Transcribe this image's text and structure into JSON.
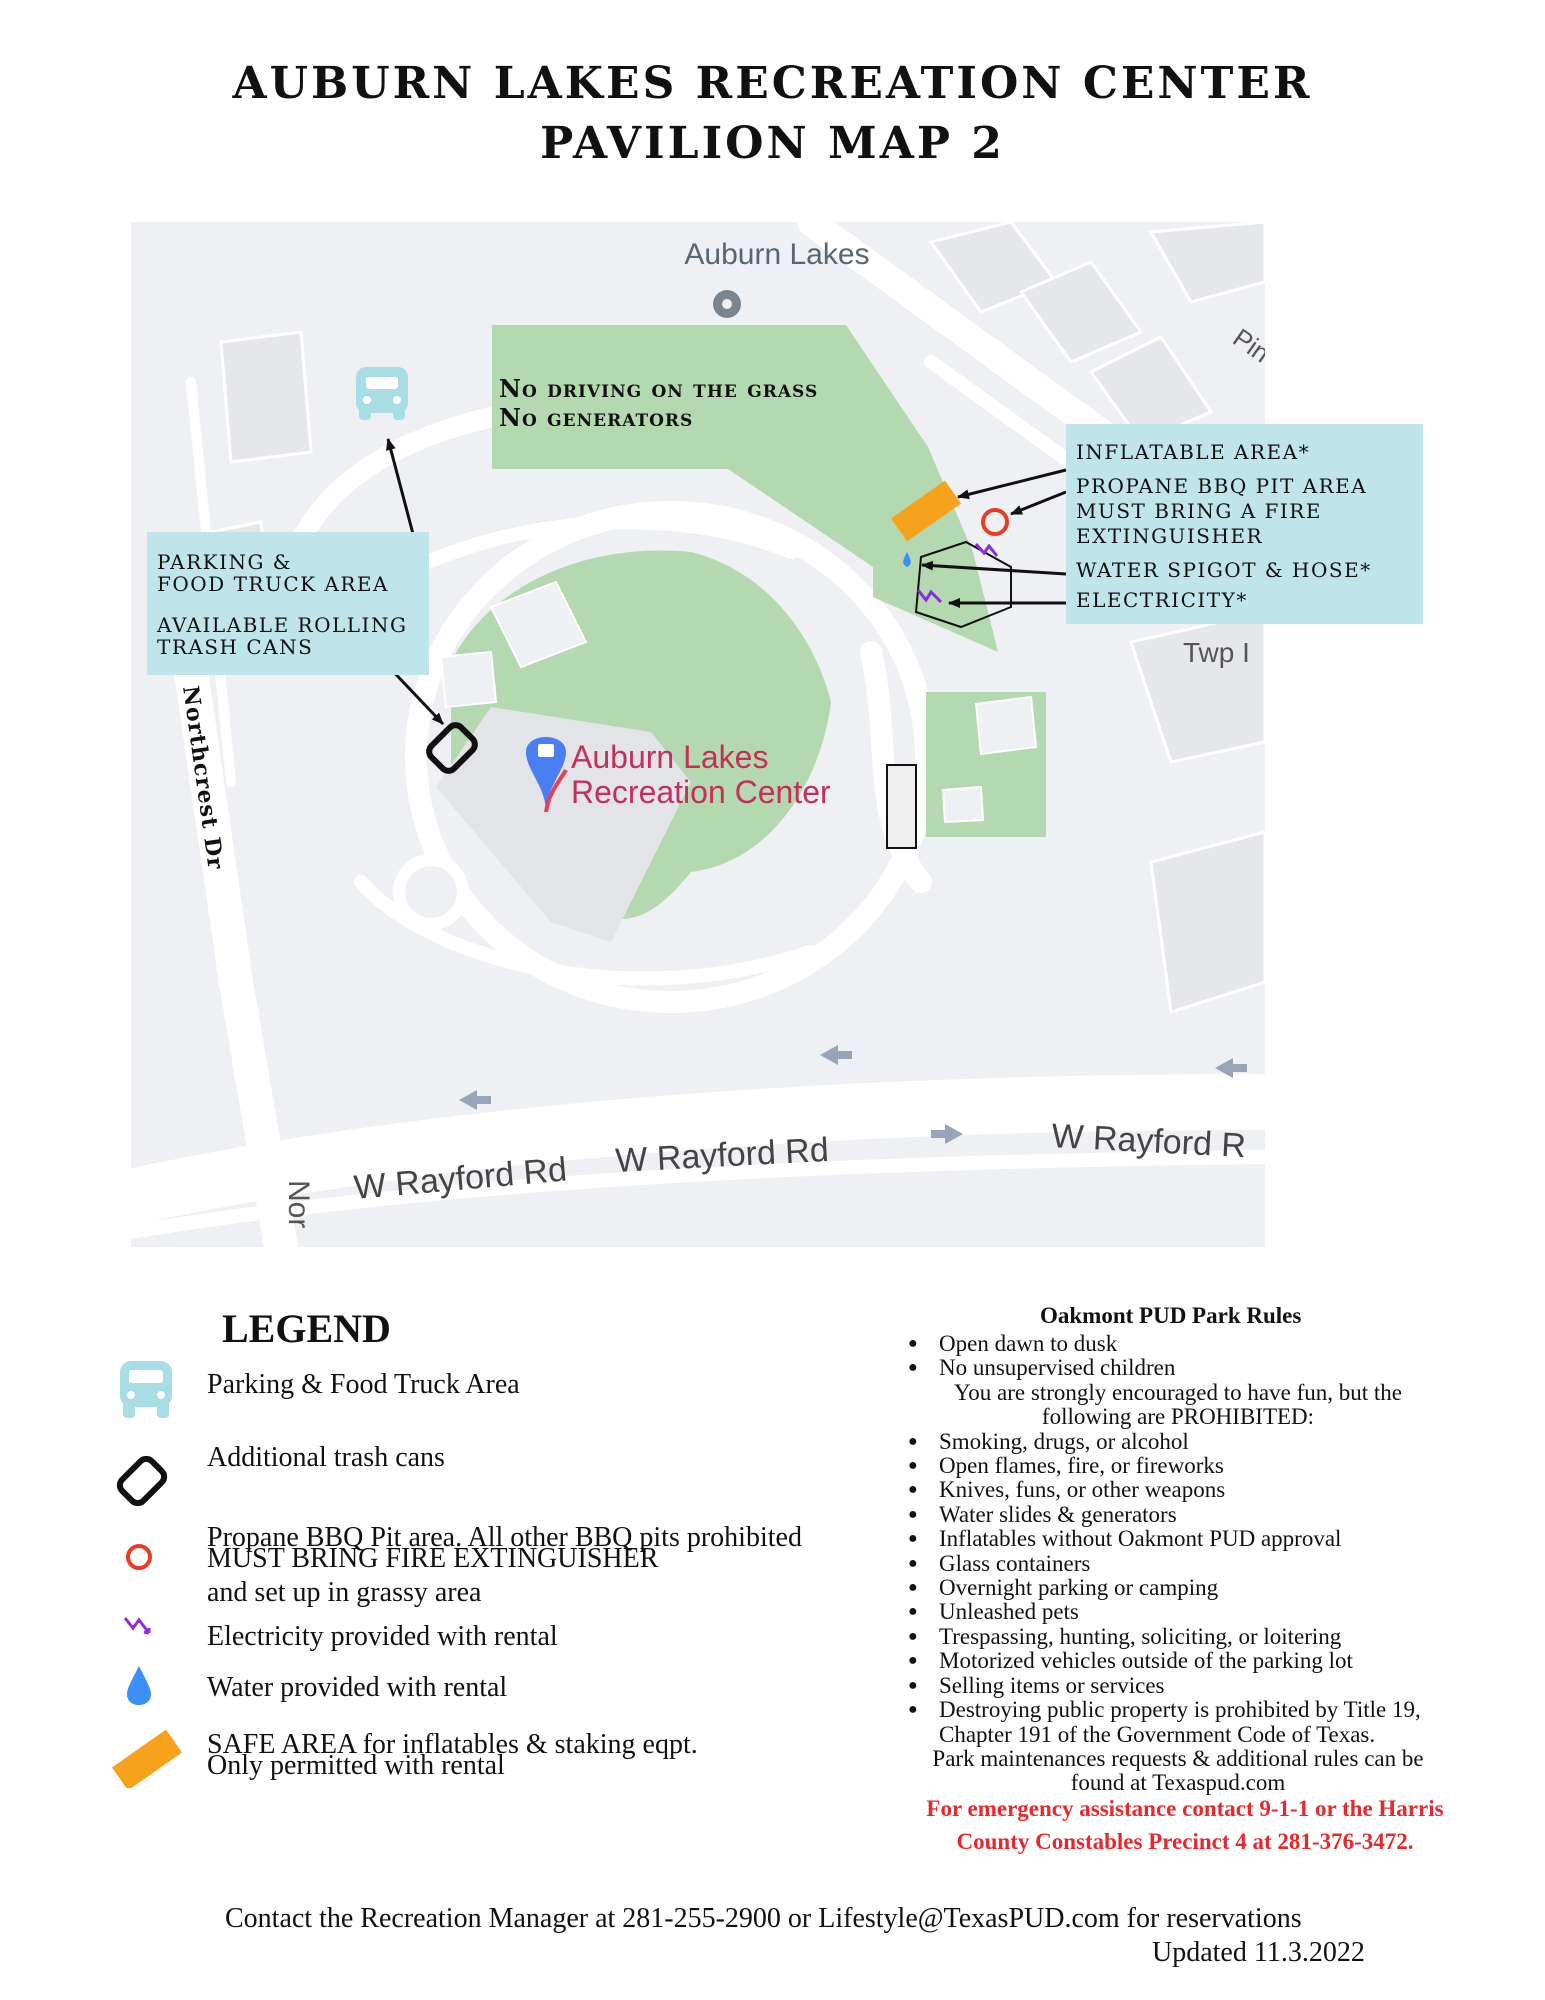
{
  "header": {
    "title_line1": "AUBURN LAKES RECREATION CENTER",
    "title_line2": "PAVILION MAP 2"
  },
  "map": {
    "place_label": "Auburn Lakes",
    "center_label_line1": "Auburn Lakes",
    "center_label_line2": "Recreation Center",
    "road_northcrest": "Northcrest Dr",
    "road_rayford_1": "W Rayford Rd",
    "road_rayford_2": "W Rayford Rd",
    "road_rayford_3": "W Rayford R",
    "road_partial_pin": "Pin",
    "road_partial_twp": "Twp I",
    "road_partial_nor": "Nor",
    "grass_note_line1": "No driving on the grass",
    "grass_note_line2": "No generators",
    "callout_left": {
      "line1": "Parking &",
      "line2": "Food Truck Area",
      "line3": "Available Rolling",
      "line4": "Trash Cans"
    },
    "callout_right": {
      "line1": "Inflatable Area*",
      "line2": "Propane BBQ Pit Area",
      "line3": "Must bring a fire",
      "line4": "extinguisher",
      "line5": "Water Spigot & Hose*",
      "line6": "Electricity*"
    },
    "colors": {
      "grass": "#b4d8b0",
      "callout": "#bfe4ea",
      "parking": "#a9dde6",
      "inflatable": "#f7a21c",
      "bbq": "#ea3b24",
      "electric": "#8b2be2",
      "water": "#3d8ff5",
      "pin": "#4a7ff2"
    },
    "icons": [
      "car-icon",
      "trash-can-icon",
      "bbq-circle-icon",
      "electricity-icon",
      "water-drop-icon",
      "inflatable-icon",
      "location-pin-icon"
    ]
  },
  "legend": {
    "title": "LEGEND",
    "items": [
      {
        "icon": "car-icon",
        "label": "Parking & Food Truck Area"
      },
      {
        "icon": "trash-can-icon",
        "label": "Additional trash cans"
      },
      {
        "icon": "bbq-circle-icon",
        "label_line1": "Propane BBQ Pit area. All other BBQ pits prohibited",
        "label_line2": "MUST BRING FIRE EXTINGUISHER",
        "label_line3": "and set up in grassy area"
      },
      {
        "icon": "electricity-icon",
        "label": "Electricity provided with rental"
      },
      {
        "icon": "water-drop-icon",
        "label": "Water provided with rental"
      },
      {
        "icon": "inflatable-icon",
        "label_line1": "SAFE AREA for inflatables & staking eqpt.",
        "label_line2": "Only permitted with rental"
      }
    ]
  },
  "rules": {
    "title": "Oakmont PUD Park Rules",
    "items": [
      {
        "type": "bullet",
        "text": "Open dawn to dusk"
      },
      {
        "type": "bullet",
        "text": "No unsupervised children"
      },
      {
        "type": "note",
        "text": "You are strongly encouraged to have fun, but the following are PROHIBITED:"
      },
      {
        "type": "bullet",
        "text": "Smoking, drugs, or alcohol"
      },
      {
        "type": "bullet",
        "text": "Open flames, fire, or fireworks"
      },
      {
        "type": "bullet",
        "text": "Knives, funs, or other weapons"
      },
      {
        "type": "bullet",
        "text": "Water slides & generators"
      },
      {
        "type": "bullet",
        "text": "Inflatables without Oakmont PUD approval"
      },
      {
        "type": "bullet",
        "text": "Glass containers"
      },
      {
        "type": "bullet",
        "text": "Overnight parking or camping"
      },
      {
        "type": "bullet",
        "text": "Unleashed pets"
      },
      {
        "type": "bullet",
        "text": "Trespassing, hunting, soliciting, or loitering"
      },
      {
        "type": "bullet",
        "text": "Motorized vehicles outside of the parking lot"
      },
      {
        "type": "bullet",
        "text": "Selling items or services"
      },
      {
        "type": "bullet",
        "text": "Destroying public property is prohibited by Title 19, Chapter 191 of the Government Code of Texas."
      },
      {
        "type": "note",
        "text": "Park maintenances requests & additional rules can be found at Texaspud.com"
      }
    ],
    "emergency_line1": "For emergency assistance contact 9-1-1 or the Harris",
    "emergency_line2": "County Constables Precinct 4 at 281-376-3472."
  },
  "footer": {
    "contact": "Contact the Recreation Manager at 281-255-2900 or Lifestyle@TexasPUD.com for reservations",
    "updated": "Updated 11.3.2022"
  }
}
